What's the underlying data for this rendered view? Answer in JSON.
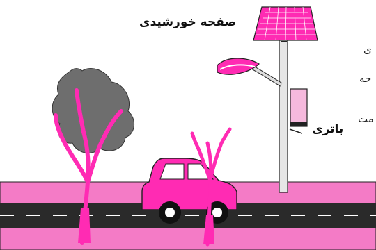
{
  "labels": {
    "solar_panel": "صفحه خورشیدی",
    "battery": "باتری"
  },
  "text_fragments": [
    "ی",
    "حه",
    "مت"
  ],
  "colors": {
    "accent_pink": "#ff2bb3",
    "ground_pink": "#f47bc6",
    "road": "#2a2a2a",
    "battery_box": "#f6b9dd",
    "foliage": "#6e6e6e"
  },
  "icons": [
    "solar-panel-icon",
    "street-lamp-icon",
    "battery-icon",
    "tree-icon",
    "car-icon"
  ]
}
